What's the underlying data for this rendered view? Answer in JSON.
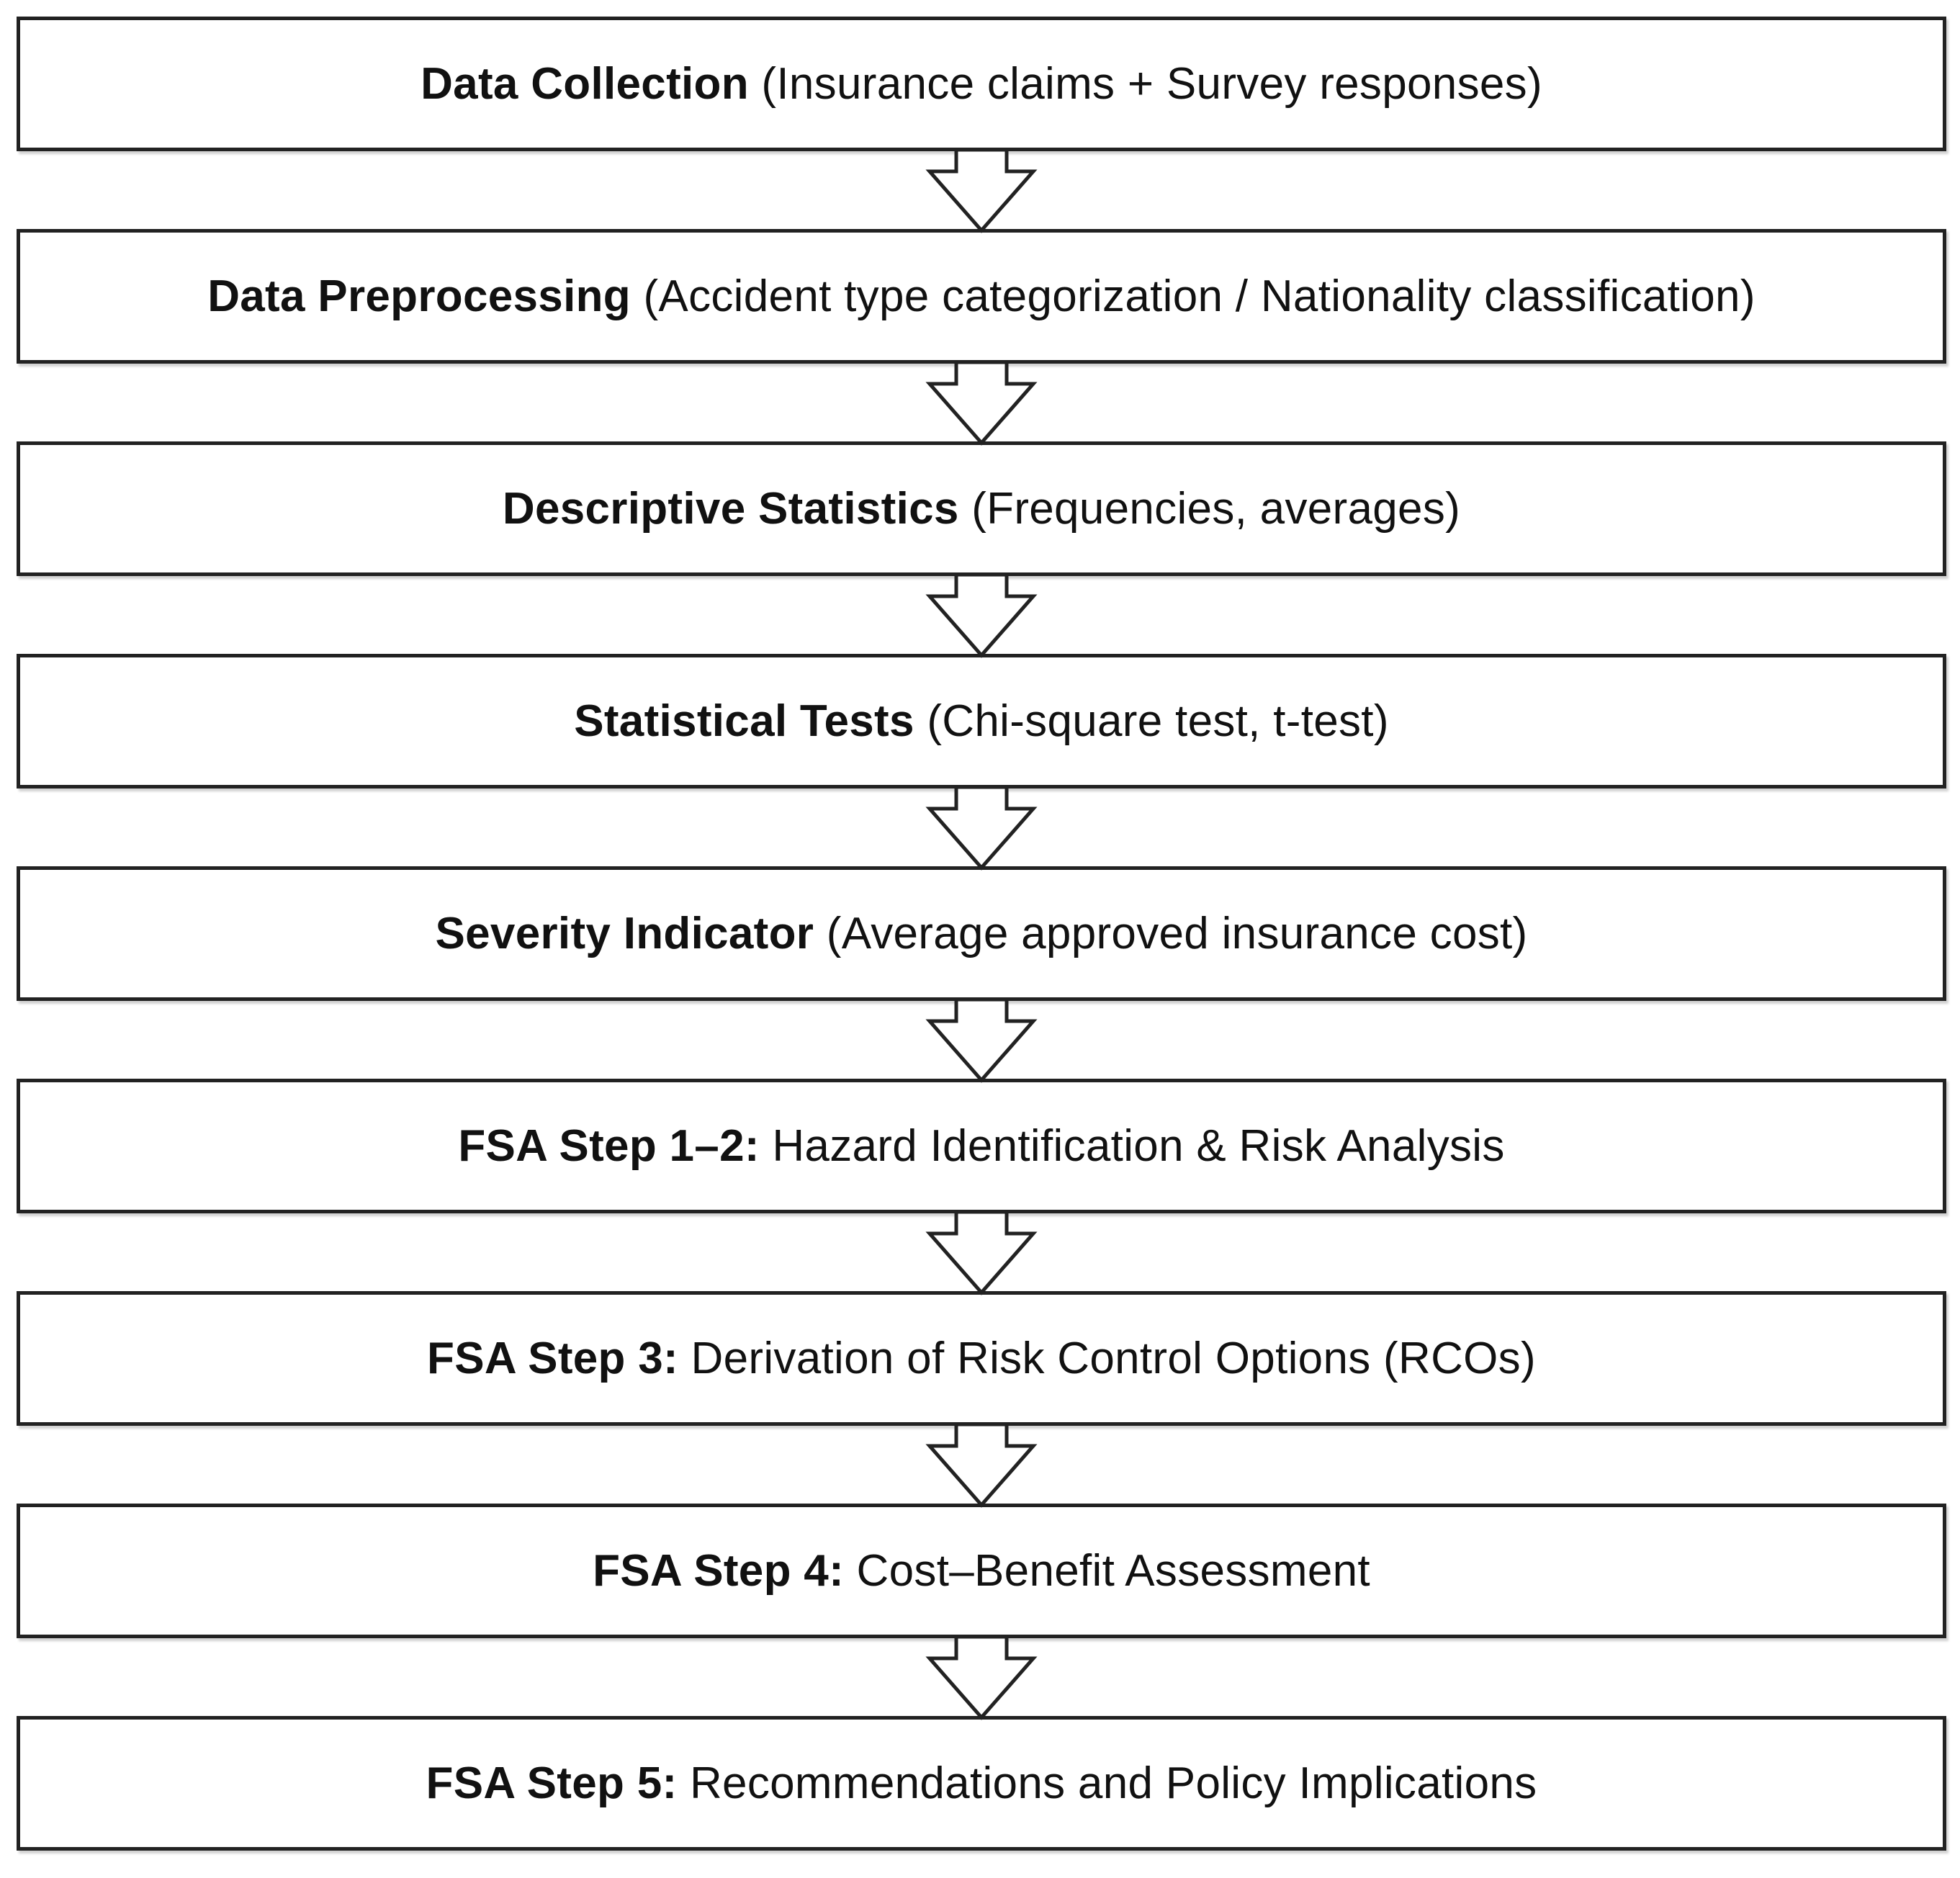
{
  "steps": [
    {
      "title": "Data Collection",
      "detail": "(Insurance claims + Survey responses)"
    },
    {
      "title": "Data Preprocessing",
      "detail": "(Accident type categorization / Nationality classification)"
    },
    {
      "title": "Descriptive Statistics",
      "detail": "(Frequencies, averages)"
    },
    {
      "title": "Statistical Tests",
      "detail": "(Chi-square test, t-test)"
    },
    {
      "title": "Severity Indicator",
      "detail": "(Average approved insurance cost)"
    },
    {
      "title": "FSA Step 1–2:",
      "detail": "Hazard Identification & Risk Analysis"
    },
    {
      "title": "FSA Step 3:",
      "detail": "Derivation of Risk Control Options (RCOs)"
    },
    {
      "title": "FSA Step 4:",
      "detail": "Cost–Benefit Assessment"
    },
    {
      "title": "FSA Step 5:",
      "detail": "Recommendations and Policy Implications"
    }
  ],
  "colors": {
    "border": "#222222",
    "background": "#ffffff",
    "text": "#111111"
  }
}
